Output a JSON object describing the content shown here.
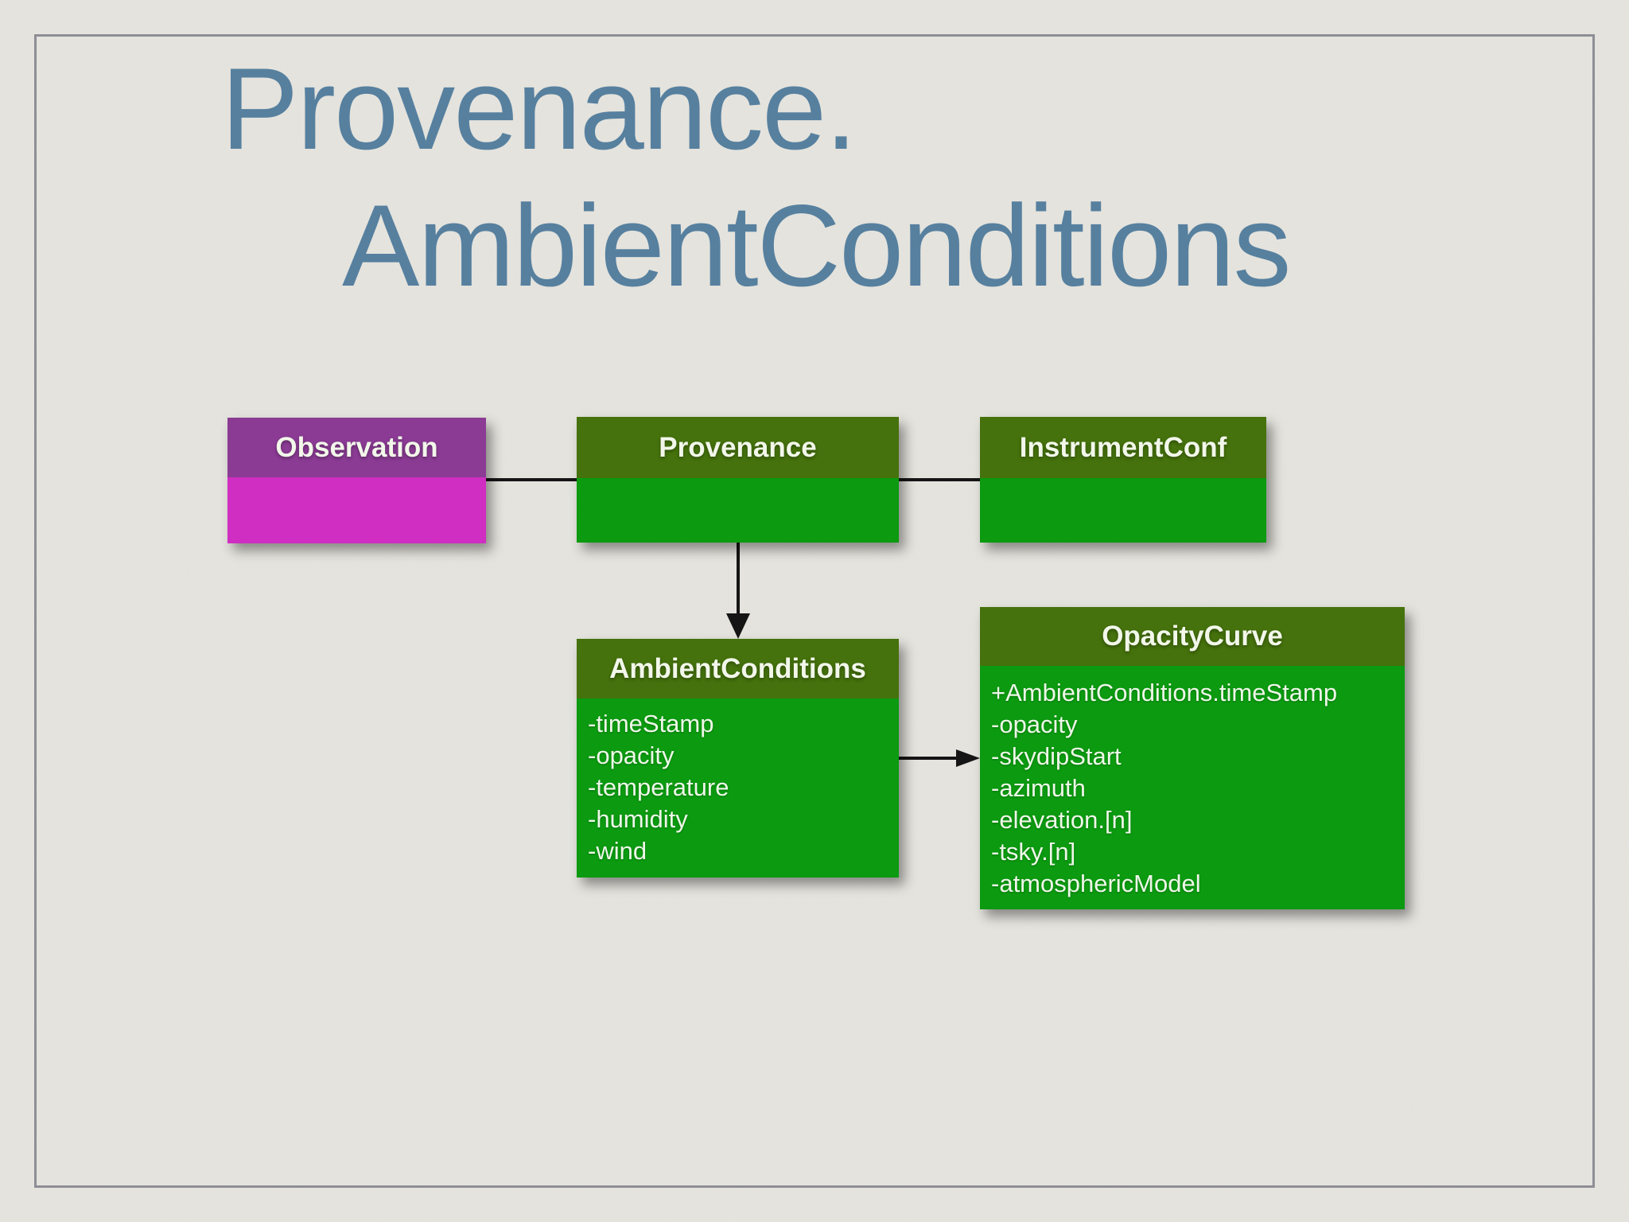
{
  "slide": {
    "title": {
      "line1": "Provenance.",
      "line2": "AmbientConditions"
    },
    "colors": {
      "background": "#e5e4de",
      "frame_border": "#8e8e96",
      "title_text": "#57809f",
      "green_header": "#45720c",
      "green_body": "#0b9a10",
      "purple_header": "#8b3b94",
      "magenta_body": "#d02ec2",
      "connector": "#151515",
      "box_text": "#f2f7ea"
    }
  },
  "diagram": {
    "classes": [
      {
        "name": "Observation",
        "scheme": "purple",
        "attributes": []
      },
      {
        "name": "Provenance",
        "scheme": "green",
        "attributes": []
      },
      {
        "name": "InstrumentConf",
        "scheme": "green",
        "attributes": []
      },
      {
        "name": "AmbientConditions",
        "scheme": "green",
        "attributes": [
          "-timeStamp",
          "-opacity",
          "-temperature",
          "-humidity",
          "-wind"
        ]
      },
      {
        "name": "OpacityCurve",
        "scheme": "green",
        "attributes": [
          "+AmbientConditions.timeStamp",
          "-opacity",
          "-skydipStart",
          "-azimuth",
          "-elevation.[n]",
          "-tsky.[n]",
          "-atmosphericModel"
        ]
      }
    ],
    "connectors": [
      {
        "from": "Observation",
        "to": "Provenance",
        "style": "plain-line"
      },
      {
        "from": "Provenance",
        "to": "InstrumentConf",
        "style": "plain-line"
      },
      {
        "from": "Provenance",
        "to": "AmbientConditions",
        "style": "arrow-down"
      },
      {
        "from": "AmbientConditions",
        "to": "OpacityCurve",
        "style": "arrow-right"
      }
    ]
  }
}
